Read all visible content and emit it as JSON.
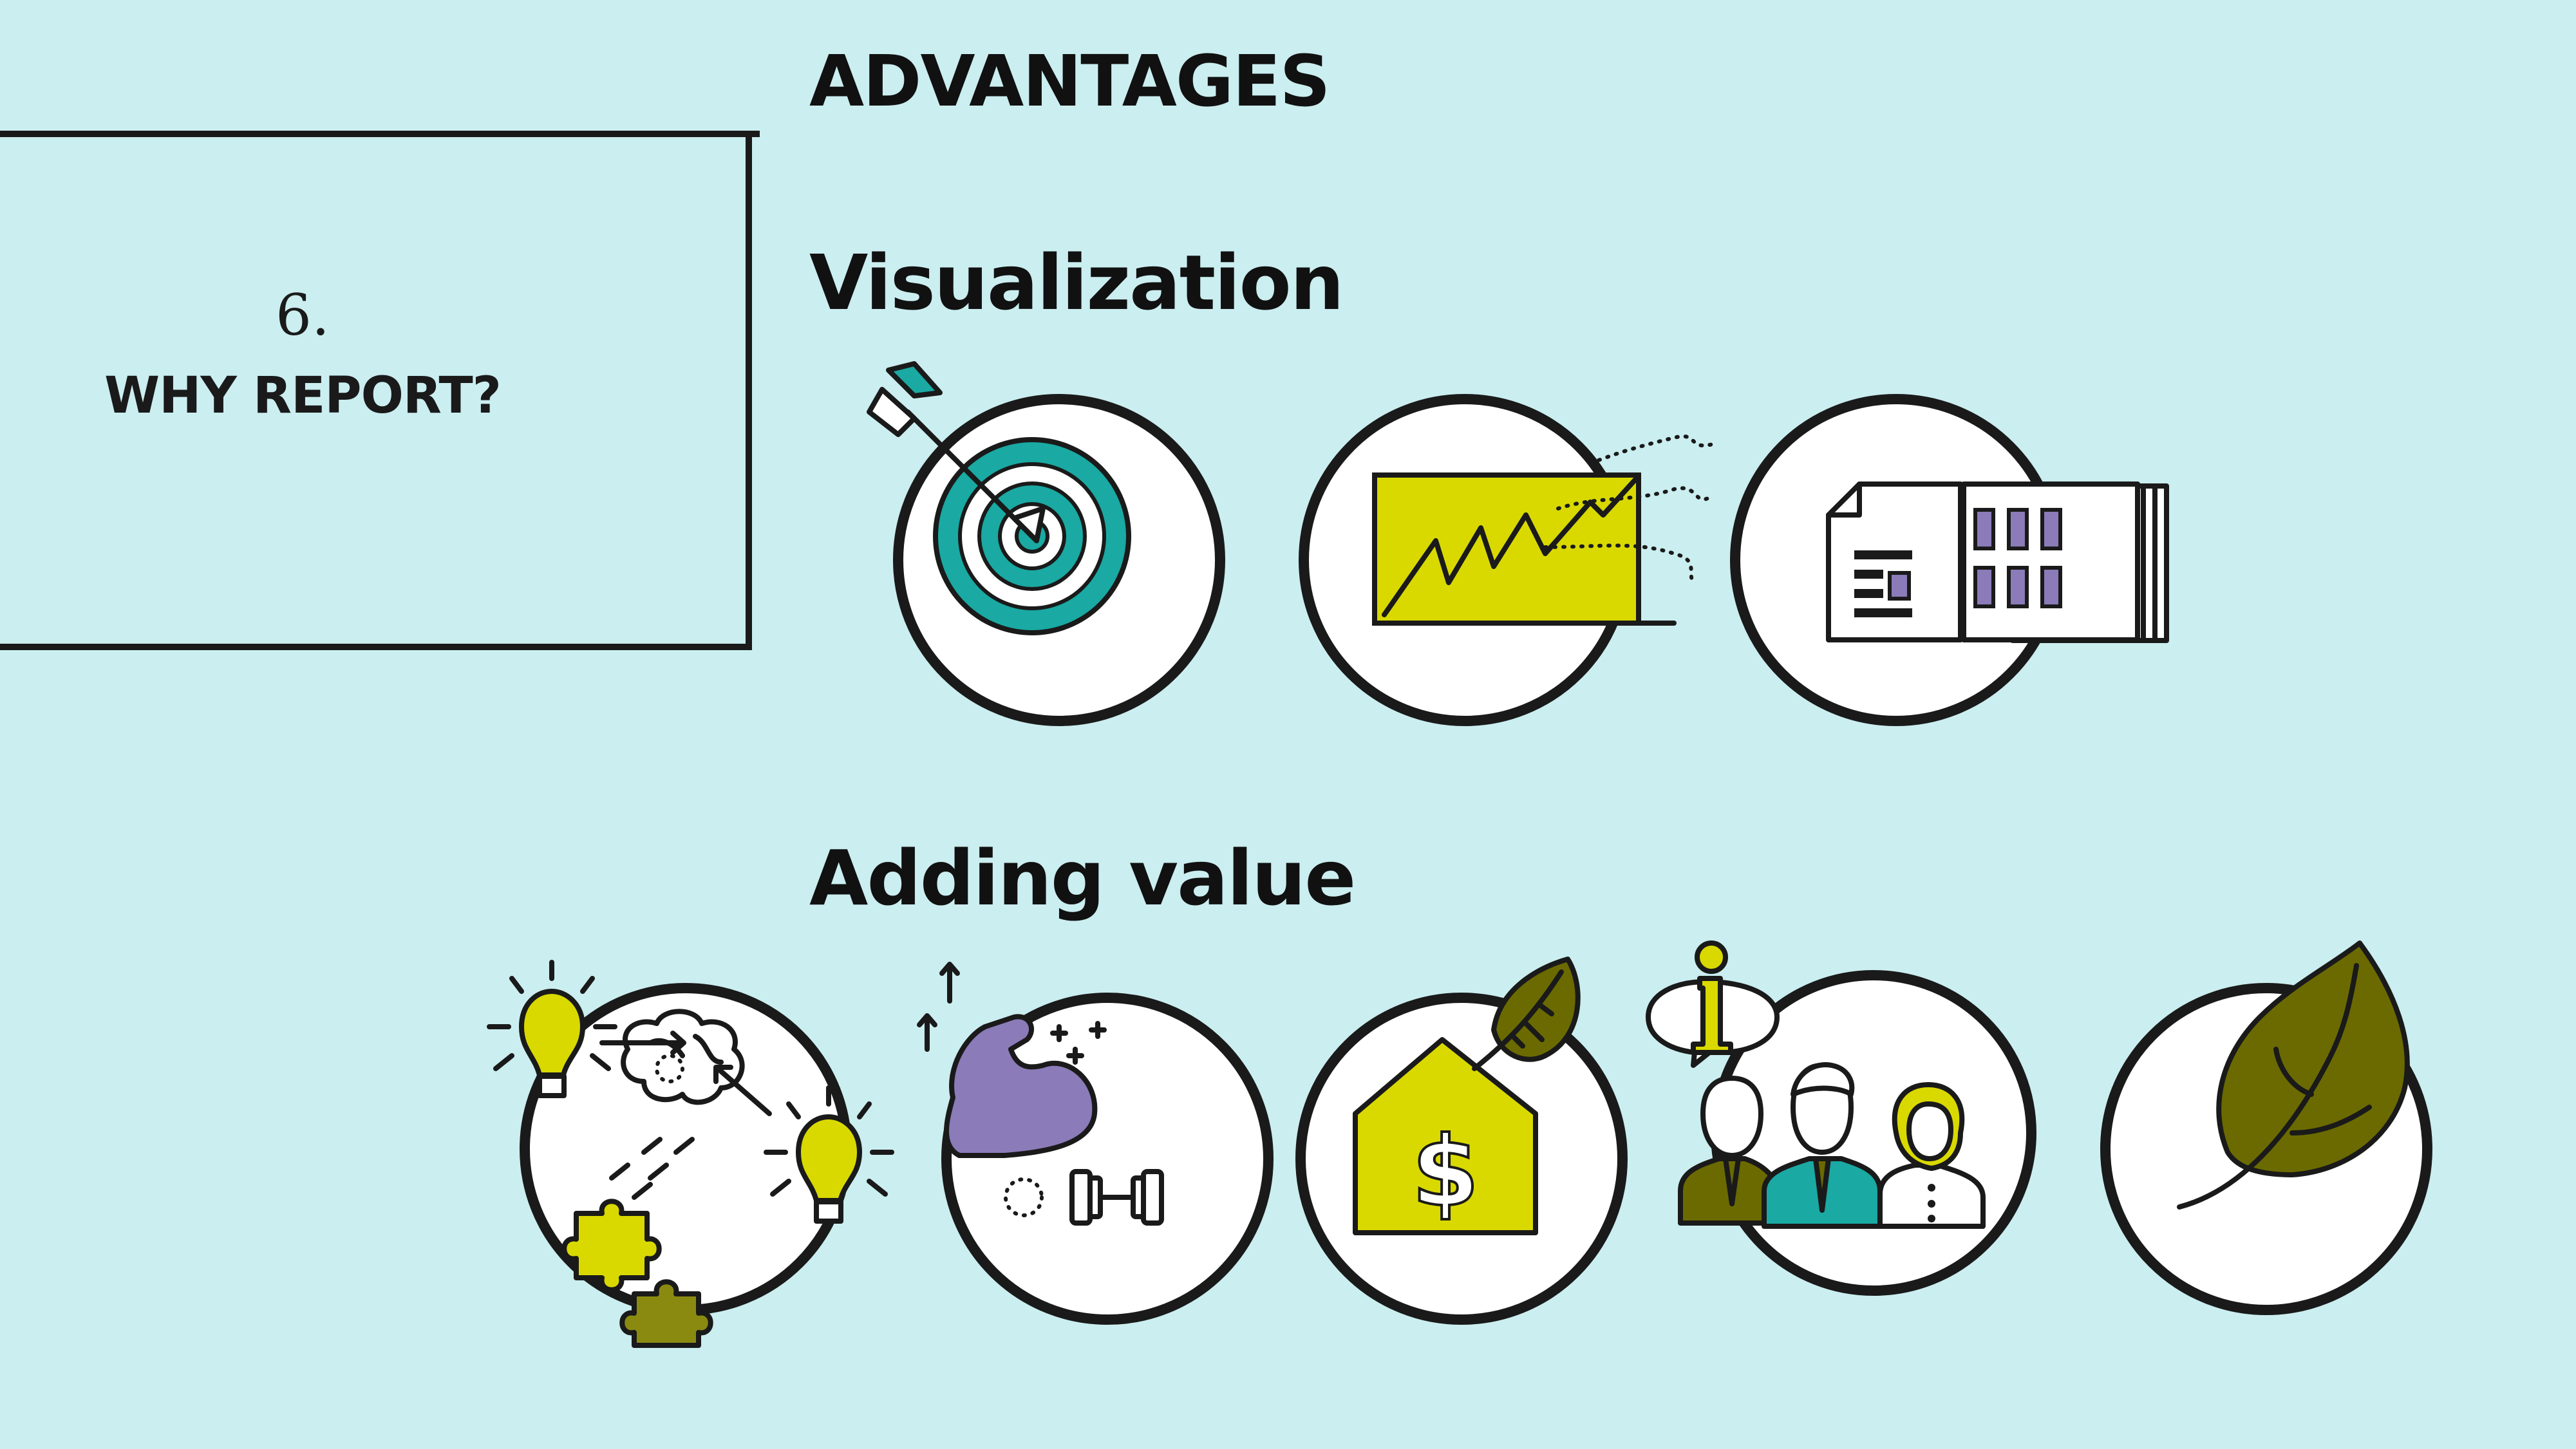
{
  "colors": {
    "background": "#cbeef0",
    "ink": "#1a1a1a",
    "yellow": "#d9d900",
    "teal": "#1aa9a3",
    "purple": "#8b7bb8",
    "olive": "#6b6a00"
  },
  "section": {
    "number": "6.",
    "title": "WHY REPORT?"
  },
  "headings": {
    "advantages": "ADVANTAGES",
    "visualization": "Visualization",
    "adding_value": "Adding value"
  },
  "visualization_icons": [
    "target-arrow-icon",
    "rising-chart-icon",
    "report-documents-icon"
  ],
  "adding_value_icons": [
    "ideas-puzzle-icon",
    "strength-fitness-icon",
    "money-house-icon",
    "people-information-icon",
    "leaf-icon"
  ]
}
